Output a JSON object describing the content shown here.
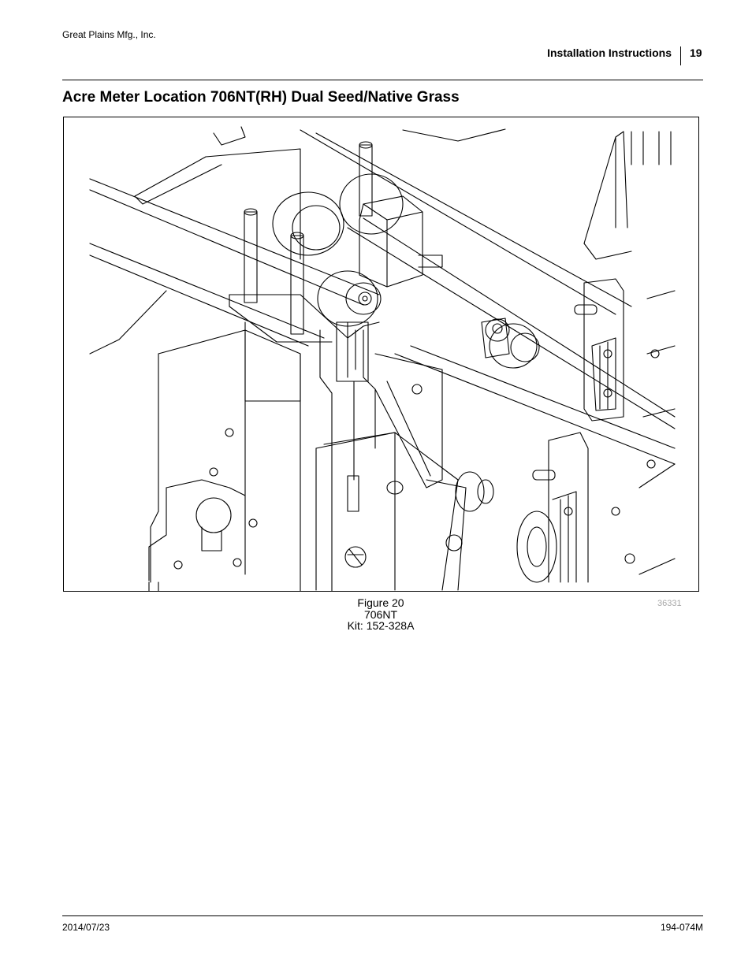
{
  "header": {
    "company": "Great Plains Mfg., Inc.",
    "section": "Installation Instructions",
    "page_number": "19"
  },
  "heading": "Acre Meter Location 706NT(RH) Dual Seed/Native Grass",
  "figure": {
    "caption_line1": "Figure 20",
    "caption_line2": "706NT",
    "caption_line3": "Kit: 152-328A",
    "figure_id": "36331"
  },
  "footer": {
    "date": "2014/07/23",
    "document_number": "194-074M"
  }
}
